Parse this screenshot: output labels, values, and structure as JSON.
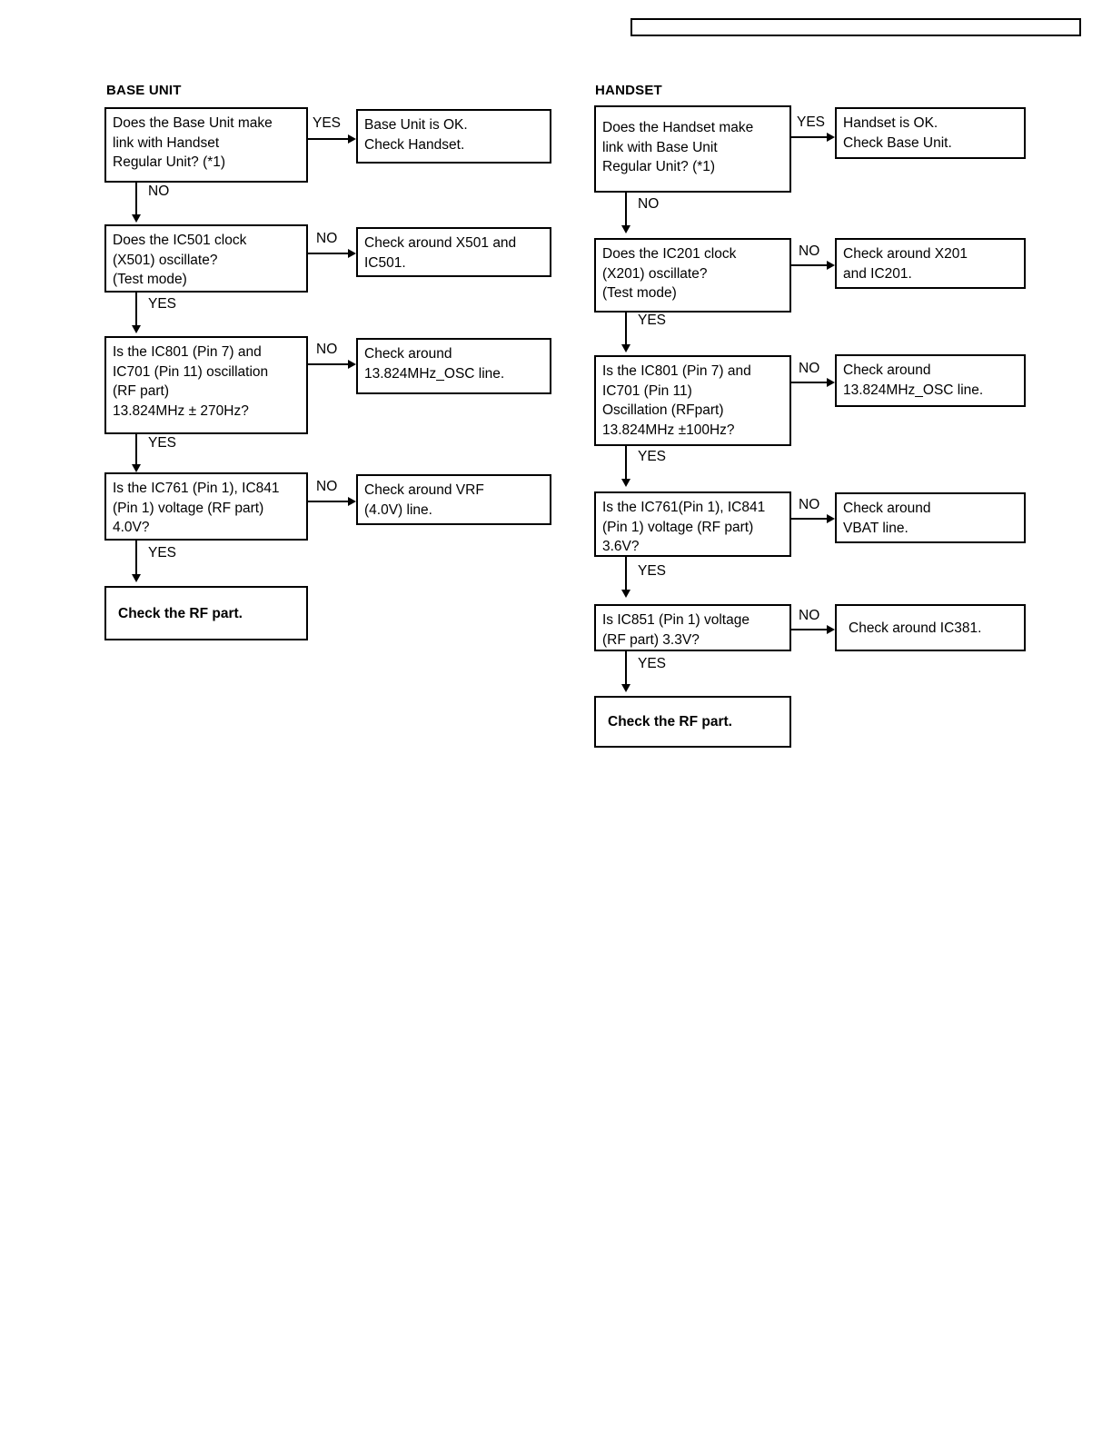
{
  "page": {
    "header_bar": "",
    "columns": [
      {
        "id": "base-unit",
        "title": "BASE UNIT",
        "steps": [
          {
            "question": "Does the Base Unit make\nlink with Handset\nRegular Unit? (*1)",
            "branch_label": "YES",
            "result": "Base Unit is OK.\nCheck Handset.",
            "down_label": "NO"
          },
          {
            "question": "Does the IC501 clock\n(X501) oscillate?\n(Test mode)",
            "branch_label": "NO",
            "result": "Check around X501 and\nIC501.",
            "down_label": "YES"
          },
          {
            "question": "Is the IC801 (Pin 7) and\nIC701 (Pin 11) oscillation\n(RF part)\n13.824MHz ± 270Hz?",
            "branch_label": "NO",
            "result": "Check around\n13.824MHz_OSC line.",
            "down_label": "YES"
          },
          {
            "question": "Is the IC761 (Pin 1), IC841\n(Pin 1) voltage (RF part)\n4.0V?",
            "branch_label": "NO",
            "result": "Check around VRF\n(4.0V) line.",
            "down_label": "YES"
          }
        ],
        "final": "Check the RF part."
      },
      {
        "id": "handset",
        "title": "HANDSET",
        "steps": [
          {
            "question": "Does the Handset make\nlink with Base Unit\nRegular Unit? (*1)",
            "branch_label": "YES",
            "result": "Handset is OK.\nCheck Base Unit.",
            "down_label": "NO"
          },
          {
            "question": "Does the IC201 clock\n(X201) oscillate?\n(Test mode)",
            "branch_label": "NO",
            "result": "Check around X201\nand IC201.",
            "down_label": "YES"
          },
          {
            "question": "Is the IC801 (Pin 7) and\nIC701 (Pin 11)\nOscillation (RFpart)\n13.824MHz ±100Hz?",
            "branch_label": "NO",
            "result": "Check around\n13.824MHz_OSC line.",
            "down_label": "YES"
          },
          {
            "question": "Is the IC761(Pin 1), IC841\n(Pin 1) voltage (RF part)\n3.6V?",
            "branch_label": "NO",
            "result": "Check around\nVBAT line.",
            "down_label": "YES"
          },
          {
            "question": "Is IC851 (Pin 1) voltage\n(RF part) 3.3V?",
            "branch_label": "NO",
            "result": "Check around IC381.",
            "down_label": "YES"
          }
        ],
        "final": "Check the RF part."
      }
    ]
  }
}
